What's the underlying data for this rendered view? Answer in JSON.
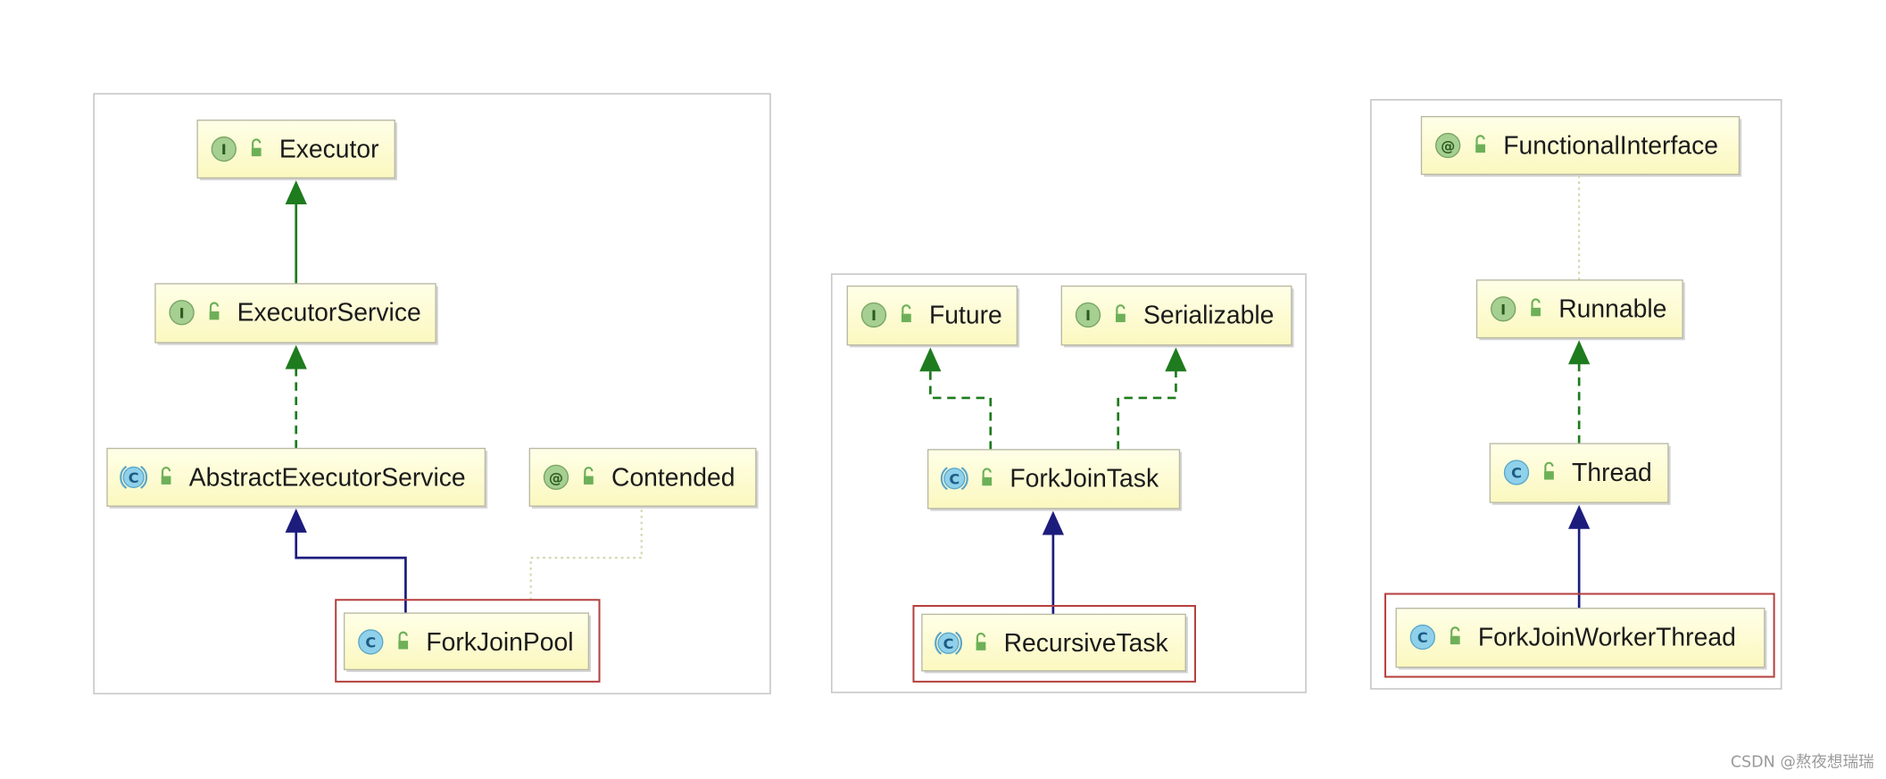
{
  "diagrams": [
    {
      "nodes": [
        {
          "label": "Executor",
          "icon": "interface-icon",
          "icon_letter": "I"
        },
        {
          "label": "ExecutorService",
          "icon": "interface-icon",
          "icon_letter": "I"
        },
        {
          "label": "AbstractExecutorService",
          "icon": "abstract-class-icon",
          "icon_letter": "C"
        },
        {
          "label": "Contended",
          "icon": "annotation-icon",
          "icon_letter": "@"
        },
        {
          "label": "ForkJoinPool",
          "icon": "class-icon",
          "icon_letter": "C",
          "highlighted": true
        }
      ],
      "edges": [
        {
          "from": "ExecutorService",
          "to": "Executor",
          "line_style": "solid",
          "arrow": true,
          "color": "#1e7b1e"
        },
        {
          "from": "AbstractExecutorService",
          "to": "ExecutorService",
          "line_style": "dashed",
          "arrow": true,
          "color": "#1e7b1e"
        },
        {
          "from": "ForkJoinPool",
          "to": "AbstractExecutorService",
          "line_style": "solid",
          "arrow": true,
          "color": "#1c1c7c"
        },
        {
          "from": "ForkJoinPool",
          "to": "Contended",
          "line_style": "dotted",
          "arrow": false,
          "color": "#d6d6ae"
        }
      ]
    },
    {
      "nodes": [
        {
          "label": "Future",
          "icon": "interface-icon",
          "icon_letter": "I"
        },
        {
          "label": "Serializable",
          "icon": "interface-icon",
          "icon_letter": "I"
        },
        {
          "label": "ForkJoinTask",
          "icon": "abstract-class-icon",
          "icon_letter": "C"
        },
        {
          "label": "RecursiveTask",
          "icon": "abstract-class-icon",
          "icon_letter": "C",
          "highlighted": true
        }
      ],
      "edges": [
        {
          "from": "ForkJoinTask",
          "to": "Future",
          "line_style": "dashed",
          "arrow": true,
          "color": "#1e7b1e"
        },
        {
          "from": "ForkJoinTask",
          "to": "Serializable",
          "line_style": "dashed",
          "arrow": true,
          "color": "#1e7b1e"
        },
        {
          "from": "RecursiveTask",
          "to": "ForkJoinTask",
          "line_style": "solid",
          "arrow": true,
          "color": "#1c1c7c"
        }
      ]
    },
    {
      "nodes": [
        {
          "label": "FunctionalInterface",
          "icon": "annotation-icon",
          "icon_letter": "@"
        },
        {
          "label": "Runnable",
          "icon": "interface-icon",
          "icon_letter": "I"
        },
        {
          "label": "Thread",
          "icon": "class-icon",
          "icon_letter": "C"
        },
        {
          "label": "ForkJoinWorkerThread",
          "icon": "class-icon",
          "icon_letter": "C",
          "highlighted": true
        }
      ],
      "edges": [
        {
          "from": "Runnable",
          "to": "FunctionalInterface",
          "line_style": "dotted",
          "arrow": false,
          "color": "#d6d6ae"
        },
        {
          "from": "Thread",
          "to": "Runnable",
          "line_style": "dashed",
          "arrow": true,
          "color": "#1e7b1e"
        },
        {
          "from": "ForkJoinWorkerThread",
          "to": "Thread",
          "line_style": "solid",
          "arrow": true,
          "color": "#1c1c7c"
        }
      ]
    }
  ],
  "visibility_icon": "public-lock-icon",
  "colors": {
    "interface": "#a6cf92",
    "class": "#8fd0ea",
    "visibility": "#6db058",
    "interface_inheritance": "#1e7b1e",
    "class_inheritance": "#1c1c7c",
    "annotation_link": "#d6d6ae",
    "highlight": "#b5403f",
    "node_fill": "#fffed4"
  },
  "watermark": "CSDN @熬夜想瑞瑞"
}
